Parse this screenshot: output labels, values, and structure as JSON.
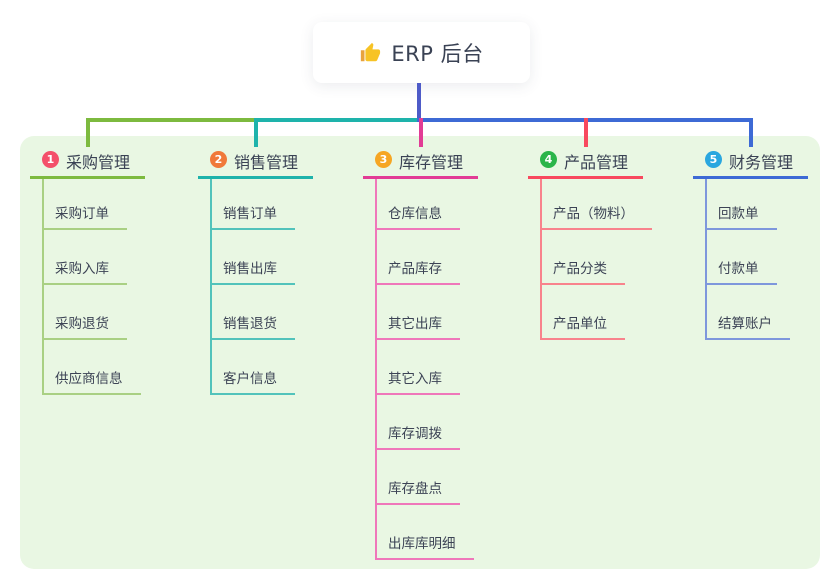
{
  "root": {
    "label": "ERP 后台",
    "icon": "thumbs-up-icon"
  },
  "palette": {
    "page_background": "#ffffff",
    "panel_background": "#e9f7e3",
    "text_color": "#3c4355",
    "trunk_color": "#4e5bc8"
  },
  "branches": [
    {
      "number": "1",
      "label": "采购管理",
      "badge_color": "#f4506a",
      "line_color": "#7dba3f",
      "sub_line_color": "#a9d083",
      "items": [
        "采购订单",
        "采购入库",
        "采购退货",
        "供应商信息"
      ]
    },
    {
      "number": "2",
      "label": "销售管理",
      "badge_color": "#f0793a",
      "line_color": "#1eb3ab",
      "sub_line_color": "#52c3bb",
      "items": [
        "销售订单",
        "销售出库",
        "销售退货",
        "客户信息"
      ]
    },
    {
      "number": "3",
      "label": "库存管理",
      "badge_color": "#f6a623",
      "line_color": "#e23c95",
      "sub_line_color": "#ef77ba",
      "items": [
        "仓库信息",
        "产品库存",
        "其它出库",
        "其它入库",
        "库存调拨",
        "库存盘点",
        "出库库明细"
      ]
    },
    {
      "number": "4",
      "label": "产品管理",
      "badge_color": "#2bb54a",
      "line_color": "#f8495e",
      "sub_line_color": "#f8838c",
      "items": [
        "产品（物料）",
        "产品分类",
        "产品单位"
      ]
    },
    {
      "number": "5",
      "label": "财务管理",
      "badge_color": "#2aa7df",
      "line_color": "#3d6ad5",
      "sub_line_color": "#7e97dc",
      "items": [
        "回款单",
        "付款单",
        "结算账户"
      ]
    }
  ]
}
